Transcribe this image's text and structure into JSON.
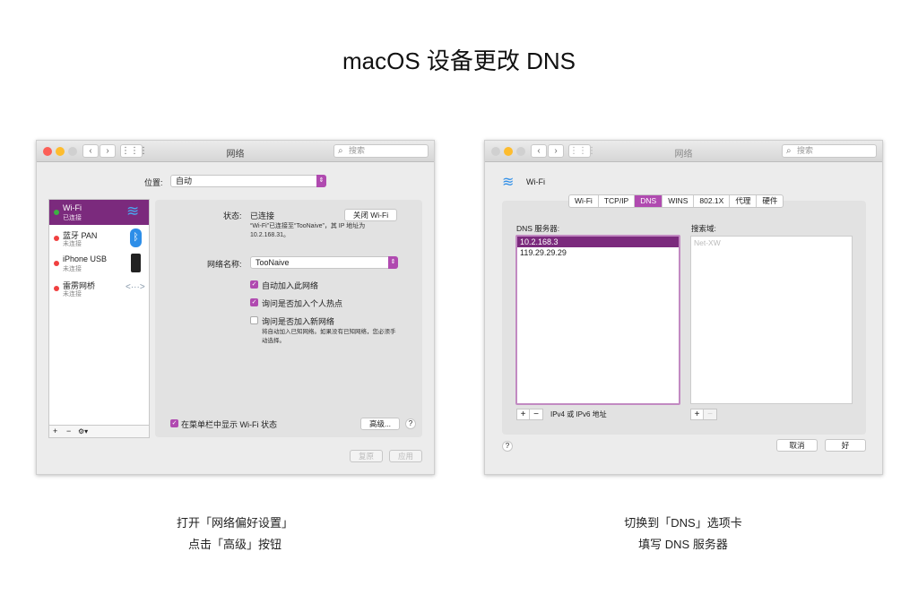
{
  "page_title": "macOS 设备更改 DNS",
  "left_window": {
    "title": "网络",
    "search_placeholder": "搜索",
    "location_label": "位置:",
    "location_value": "自动",
    "services": [
      {
        "name": "Wi-Fi",
        "status": "已连接",
        "dot": "#3cb043",
        "icon": "wifi-icon"
      },
      {
        "name": "蓝牙 PAN",
        "status": "未连接",
        "dot": "#f04040",
        "icon": "bluetooth-icon"
      },
      {
        "name": "iPhone USB",
        "status": "未连接",
        "dot": "#f04040",
        "icon": "iphone-icon"
      },
      {
        "name": "雷雳网桥",
        "status": "未连接",
        "dot": "#f04040",
        "icon": "thunderbolt-bridge-icon"
      }
    ],
    "add": "+",
    "remove": "−",
    "gear": "⚙▾",
    "status_label": "状态:",
    "status_value": "已连接",
    "turn_off_wifi": "关闭 Wi-Fi",
    "status_desc": "“Wi-Fi”已连接至“TooNaive”，其 IP 地址为 10.2.168.31。",
    "network_name_label": "网络名称:",
    "network_name_value": "TooNaive",
    "checkboxes": [
      {
        "label": "自动加入此网络",
        "checked": true
      },
      {
        "label": "询问是否加入个人热点",
        "checked": true
      },
      {
        "label": "询问是否加入新网络",
        "checked": false
      }
    ],
    "ask_desc": "将自动加入已知网络。如果没有已知网络，您必须手动选择。",
    "show_menu_label": "在菜单栏中显示 Wi-Fi 状态",
    "advanced": "高级...",
    "help": "?",
    "revert": "复原",
    "apply": "应用"
  },
  "right_window": {
    "title": "网络",
    "search_placeholder": "搜索",
    "header": "Wi-Fi",
    "tabs": [
      "Wi-Fi",
      "TCP/IP",
      "DNS",
      "WINS",
      "802.1X",
      "代理",
      "硬件"
    ],
    "selected_tab": "DNS",
    "dns_label": "DNS 服务器:",
    "dns_servers": [
      "10.2.168.3",
      "119.29.29.29"
    ],
    "search_label": "搜索域:",
    "search_domains": [
      "Net-XW"
    ],
    "add": "+",
    "remove": "−",
    "hint": "IPv4 或 IPv6 地址",
    "help": "?",
    "cancel": "取消",
    "ok": "好"
  },
  "captions": {
    "left": [
      "打开「网络偏好设置」",
      "点击「高级」按钮"
    ],
    "right": [
      "切换到「DNS」选项卡",
      "填写 DNS 服务器"
    ]
  },
  "colors": {
    "accent": "#b04ab0",
    "selection": "#7b2a7d"
  }
}
